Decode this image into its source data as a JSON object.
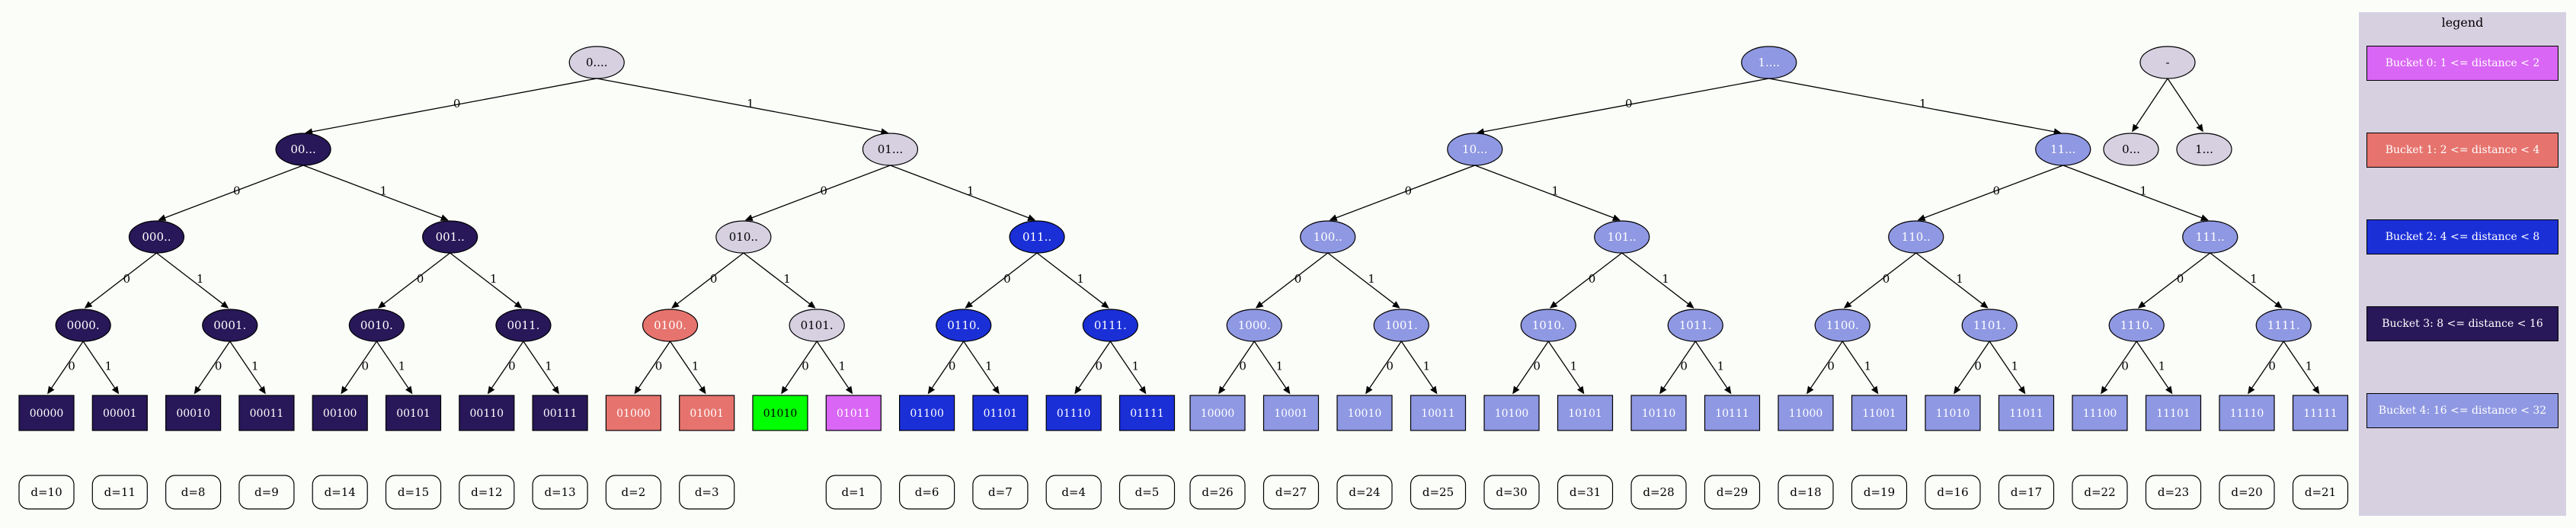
{
  "colors": {
    "b0": "#d966f4",
    "b1": "#e6736d",
    "b2": "#1b2fd7",
    "b3": "#281859",
    "b4": "#8f98e2",
    "self": "#00ff00",
    "neutral": "#d6d0e1",
    "background": "#fbfdf9"
  },
  "legend": {
    "title": "legend",
    "items": [
      {
        "label": "Bucket 0: 1 <= distance < 2",
        "color": "b0"
      },
      {
        "label": "Bucket 1: 2 <= distance < 4",
        "color": "b1"
      },
      {
        "label": "Bucket 2: 4 <= distance < 8",
        "color": "b2"
      },
      {
        "label": "Bucket 3: 8 <= distance < 16",
        "color": "b3"
      },
      {
        "label": "Bucket 4: 16 <= distance < 32",
        "color": "b4"
      }
    ]
  },
  "trie": {
    "root": {
      "label": "0....",
      "color": "neutral"
    },
    "level1": [
      {
        "label": "00...",
        "color": "b3"
      },
      {
        "label": "01...",
        "color": "neutral"
      }
    ],
    "level2": [
      {
        "label": "000..",
        "color": "b3"
      },
      {
        "label": "001..",
        "color": "b3"
      },
      {
        "label": "010..",
        "color": "neutral"
      },
      {
        "label": "011..",
        "color": "b2"
      }
    ],
    "level3": [
      {
        "label": "0000.",
        "color": "b3"
      },
      {
        "label": "0001.",
        "color": "b3"
      },
      {
        "label": "0010.",
        "color": "b3"
      },
      {
        "label": "0011.",
        "color": "b3"
      },
      {
        "label": "0100.",
        "color": "b1"
      },
      {
        "label": "0101.",
        "color": "neutral"
      },
      {
        "label": "0110.",
        "color": "b2"
      },
      {
        "label": "0111.",
        "color": "b2"
      }
    ]
  },
  "trie_right": {
    "root": {
      "label": "1....",
      "color": "b4"
    },
    "level1": [
      {
        "label": "10...",
        "color": "b4"
      },
      {
        "label": "11...",
        "color": "b4"
      }
    ],
    "level2": [
      {
        "label": "100..",
        "color": "b4"
      },
      {
        "label": "101..",
        "color": "b4"
      },
      {
        "label": "110..",
        "color": "b4"
      },
      {
        "label": "111..",
        "color": "b4"
      }
    ],
    "level3": [
      {
        "label": "1000.",
        "color": "b4"
      },
      {
        "label": "1001.",
        "color": "b4"
      },
      {
        "label": "1010.",
        "color": "b4"
      },
      {
        "label": "1011.",
        "color": "b4"
      },
      {
        "label": "1100.",
        "color": "b4"
      },
      {
        "label": "1101.",
        "color": "b4"
      },
      {
        "label": "1110.",
        "color": "b4"
      },
      {
        "label": "1111.",
        "color": "b4"
      }
    ]
  },
  "leaves_left": [
    {
      "label": "00000",
      "color": "b3",
      "distance": "d=10"
    },
    {
      "label": "00001",
      "color": "b3",
      "distance": "d=11"
    },
    {
      "label": "00010",
      "color": "b3",
      "distance": "d=8"
    },
    {
      "label": "00011",
      "color": "b3",
      "distance": "d=9"
    },
    {
      "label": "00100",
      "color": "b3",
      "distance": "d=14"
    },
    {
      "label": "00101",
      "color": "b3",
      "distance": "d=15"
    },
    {
      "label": "00110",
      "color": "b3",
      "distance": "d=12"
    },
    {
      "label": "00111",
      "color": "b3",
      "distance": "d=13"
    },
    {
      "label": "01000",
      "color": "b1",
      "distance": "d=2"
    },
    {
      "label": "01001",
      "color": "b1",
      "distance": "d=3"
    },
    {
      "label": "01010",
      "color": "self",
      "distance": ""
    },
    {
      "label": "01011",
      "color": "b0",
      "distance": "d=1"
    },
    {
      "label": "01100",
      "color": "b2",
      "distance": "d=6"
    },
    {
      "label": "01101",
      "color": "b2",
      "distance": "d=7"
    },
    {
      "label": "01110",
      "color": "b2",
      "distance": "d=4"
    },
    {
      "label": "01111",
      "color": "b2",
      "distance": "d=5"
    }
  ],
  "leaves_right": [
    {
      "label": "10000",
      "color": "b4",
      "distance": "d=26"
    },
    {
      "label": "10001",
      "color": "b4",
      "distance": "d=27"
    },
    {
      "label": "10010",
      "color": "b4",
      "distance": "d=24"
    },
    {
      "label": "10011",
      "color": "b4",
      "distance": "d=25"
    },
    {
      "label": "10100",
      "color": "b4",
      "distance": "d=30"
    },
    {
      "label": "10101",
      "color": "b4",
      "distance": "d=31"
    },
    {
      "label": "10110",
      "color": "b4",
      "distance": "d=28"
    },
    {
      "label": "10111",
      "color": "b4",
      "distance": "d=29"
    },
    {
      "label": "11000",
      "color": "b4",
      "distance": "d=18"
    },
    {
      "label": "11001",
      "color": "b4",
      "distance": "d=19"
    },
    {
      "label": "11010",
      "color": "b4",
      "distance": "d=16"
    },
    {
      "label": "11011",
      "color": "b4",
      "distance": "d=17"
    },
    {
      "label": "11100",
      "color": "b4",
      "distance": "d=22"
    },
    {
      "label": "11101",
      "color": "b4",
      "distance": "d=23"
    },
    {
      "label": "11110",
      "color": "b4",
      "distance": "d=20"
    },
    {
      "label": "11111",
      "color": "b4",
      "distance": "d=21"
    }
  ],
  "small_tree": {
    "root": {
      "label": "-",
      "color": "neutral"
    },
    "children": [
      {
        "label": "0...",
        "color": "neutral"
      },
      {
        "label": "1...",
        "color": "neutral"
      }
    ]
  },
  "edge_labels": {
    "zero": "0",
    "one": "1"
  }
}
